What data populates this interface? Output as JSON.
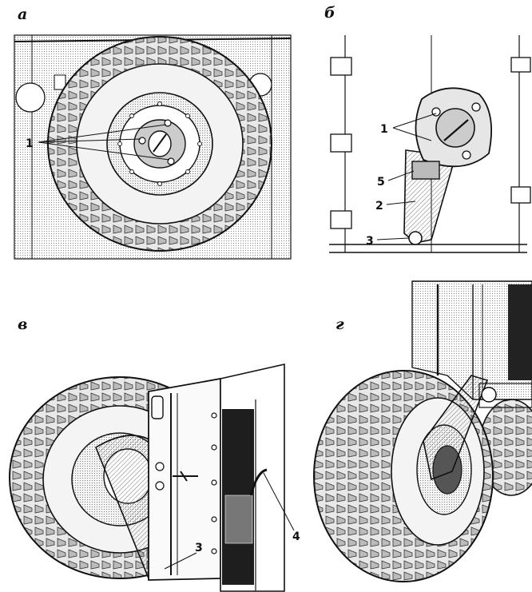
{
  "panels": [
    {
      "letter": "а",
      "callouts": [
        "1"
      ]
    },
    {
      "letter": "б",
      "callouts": [
        "1",
        "5",
        "2",
        "3"
      ]
    },
    {
      "letter": "в",
      "callouts": [
        "3",
        "4"
      ]
    },
    {
      "letter": "г",
      "callouts": []
    }
  ],
  "colors": {
    "ink": "#111111",
    "paper": "#ffffff",
    "shade": "#d9d9d9",
    "dark": "#222222"
  }
}
